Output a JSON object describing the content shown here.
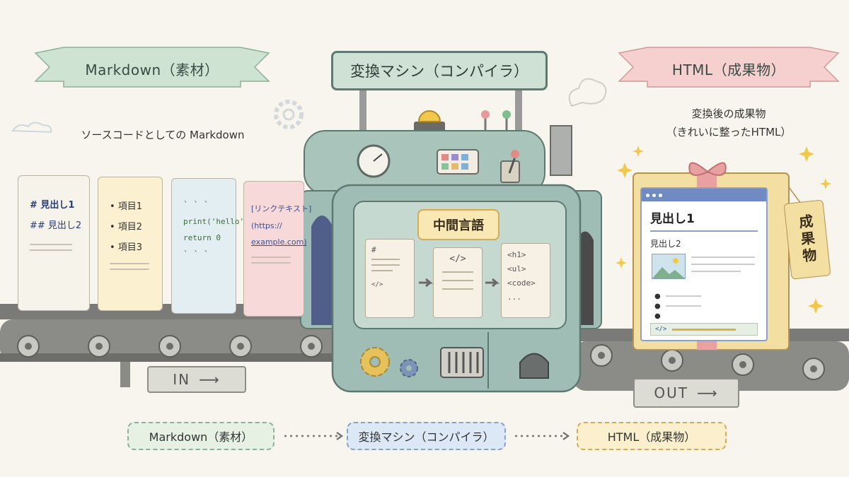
{
  "banners": {
    "input": "Markdown（素材）",
    "machine": "変換マシン（コンパイラ）",
    "output": "HTML（成果物）"
  },
  "captions": {
    "input": "ソースコードとしての Markdown",
    "output_line1": "変換後の成果物",
    "output_line2": "（きれいに整ったHTML）"
  },
  "input_cards": [
    {
      "lines": [
        "# 見出し1",
        "## 見出し2"
      ],
      "color": "#f6f3ea"
    },
    {
      "lines": [
        "• 項目1",
        "• 項目2",
        "• 項目3"
      ],
      "color": "#fbf0cf"
    },
    {
      "lines": [
        "` ` `",
        "print('hello')",
        "return 0",
        "` ` `"
      ],
      "color": "#e3eef2"
    },
    {
      "lines": [
        "[リンクテキスト]",
        "(https://",
        "example.com)"
      ],
      "color": "#f8d9d9"
    }
  ],
  "machine": {
    "middle_label": "中間言語",
    "doc1_heading": "#",
    "doc1_code": "</>",
    "doc2_code": "</>",
    "doc3_lines": [
      "<h1>",
      "<ul>",
      "<code>",
      "..."
    ]
  },
  "signs": {
    "in": "IN",
    "out": "OUT"
  },
  "output_preview": {
    "heading1": "見出し1",
    "heading2": "見出し2",
    "code": "</>",
    "tag_text": "成果物"
  },
  "flow": {
    "step1": "Markdown（素材）",
    "step2": "変換マシン（コンパイラ）",
    "step3": "HTML（成果物）"
  },
  "colors": {
    "green_banner": "#cfe3d3",
    "pink_banner": "#f6cfcf",
    "machine_body": "#9fbdb4",
    "belt": "#6e6e6e",
    "flow_green": "#e6f1e4",
    "flow_blue": "#dde8f6",
    "flow_yellow": "#fbefcd"
  }
}
